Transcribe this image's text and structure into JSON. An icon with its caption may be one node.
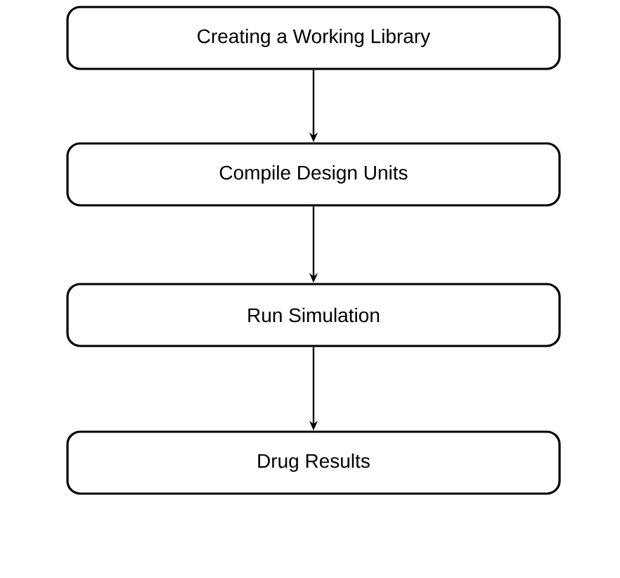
{
  "diagram": {
    "nodes": [
      {
        "text": [
          "Creating a Working Library"
        ]
      },
      {
        "text": [
          "Compile Design Units"
        ]
      },
      {
        "text": [
          "Run Simulation"
        ]
      },
      {
        "text": [
          "Drug Results"
        ]
      }
    ],
    "edges": [
      {
        "from": 0,
        "to": 1,
        "arrow": "to"
      },
      {
        "from": 1,
        "to": 2,
        "arrow": "to"
      },
      {
        "from": 2,
        "to": 3,
        "arrow": "to"
      }
    ]
  }
}
